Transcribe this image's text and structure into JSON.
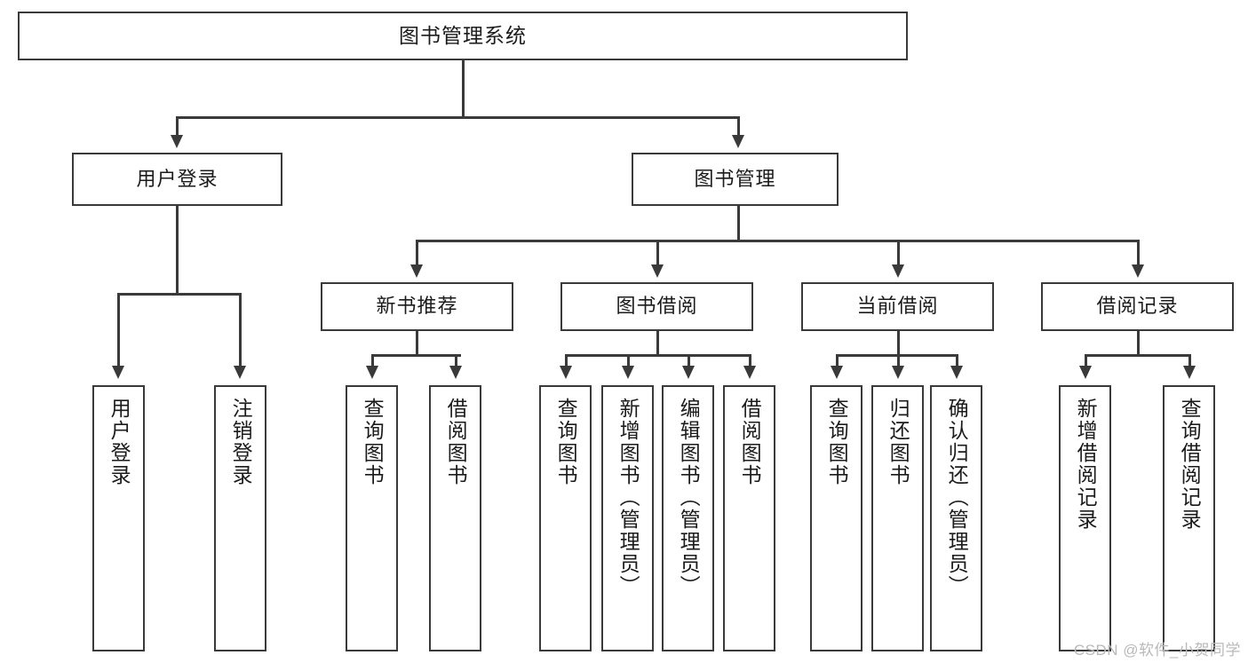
{
  "diagram": {
    "title": "图书管理系统",
    "type": "功能结构图",
    "root": {
      "id": "root",
      "label": "图书管理系统"
    },
    "level2": [
      {
        "id": "user-login",
        "label": "用户登录"
      },
      {
        "id": "book-manage",
        "label": "图书管理"
      }
    ],
    "level3": [
      {
        "id": "new-book-recommend",
        "label": "新书推荐",
        "parent": "book-manage"
      },
      {
        "id": "book-borrow",
        "label": "图书借阅",
        "parent": "book-manage"
      },
      {
        "id": "current-borrow",
        "label": "当前借阅",
        "parent": "book-manage"
      },
      {
        "id": "borrow-record",
        "label": "借阅记录",
        "parent": "book-manage"
      }
    ],
    "leaves": [
      {
        "id": "leaf-user-login",
        "label": "用户登录",
        "parent": "user-login"
      },
      {
        "id": "leaf-logout-login",
        "label": "注销登录",
        "parent": "user-login"
      },
      {
        "id": "leaf-query-book-1",
        "label": "查询图书",
        "parent": "new-book-recommend"
      },
      {
        "id": "leaf-borrow-book-1",
        "label": "借阅图书",
        "parent": "new-book-recommend"
      },
      {
        "id": "leaf-query-book-2",
        "label": "查询图书",
        "parent": "book-borrow"
      },
      {
        "id": "leaf-add-book",
        "label": "新增图书（管理员）",
        "parent": "book-borrow"
      },
      {
        "id": "leaf-edit-book",
        "label": "编辑图书（管理员）",
        "parent": "book-borrow"
      },
      {
        "id": "leaf-borrow-book-2",
        "label": "借阅图书",
        "parent": "book-borrow"
      },
      {
        "id": "leaf-query-book-3",
        "label": "查询图书",
        "parent": "current-borrow"
      },
      {
        "id": "leaf-return-book",
        "label": "归还图书",
        "parent": "current-borrow"
      },
      {
        "id": "leaf-confirm-return",
        "label": "确认归还（管理员）",
        "parent": "current-borrow"
      },
      {
        "id": "leaf-add-record",
        "label": "新增借阅记录",
        "parent": "borrow-record"
      },
      {
        "id": "leaf-query-record",
        "label": "查询借阅记录",
        "parent": "borrow-record"
      }
    ],
    "colors": {
      "stroke": "#3a3a3a",
      "text": "#1b1b1b",
      "background": "#ffffff",
      "watermark": "#b9b9b9"
    }
  },
  "watermark": {
    "text": "CSDN @软件_小贺同学"
  }
}
